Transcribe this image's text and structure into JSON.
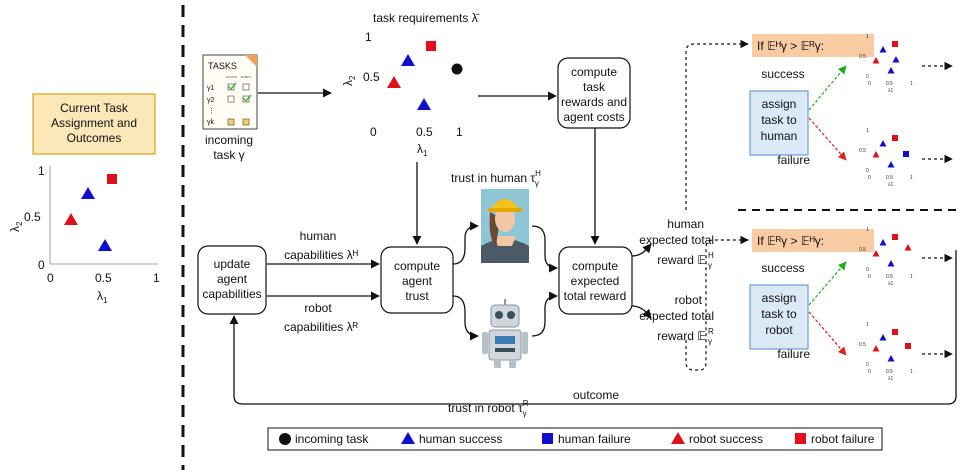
{
  "left": {
    "box_line1": "Current Task",
    "box_line2": "Assignment and",
    "box_line3": "Outcomes",
    "ylabel": "λ",
    "ylabel_sub": "2",
    "xlabel": "λ",
    "xlabel_sub": "1",
    "ticks_y": [
      "1",
      "0.5",
      "0"
    ],
    "ticks_x": [
      "0",
      "0.5",
      "1"
    ]
  },
  "tasks_card": {
    "title": "TASKS",
    "col1": "HUMAN",
    "col2": "ROBOT",
    "rows": [
      "γ1",
      "γ2",
      "⋮",
      "γk"
    ]
  },
  "incoming": {
    "line1": "incoming",
    "line2": "task γ"
  },
  "requirements": {
    "title": "task requirements λ̄",
    "ylabel": "λ",
    "ylabel_sub": "2",
    "xlabel": "λ",
    "xlabel_sub": "1",
    "ticks_y": [
      "1",
      "0.5"
    ],
    "ticks_x": [
      "0",
      "0.5",
      "1"
    ]
  },
  "compute_rewards": {
    "line1": "compute",
    "line2": "task",
    "line3": "rewards and",
    "line4": "agent costs"
  },
  "update": {
    "line1": "update",
    "line2": "agent",
    "line3": "capabilities"
  },
  "human_cap": {
    "line1": "human",
    "line2": "capabilities λᴴ"
  },
  "robot_cap": {
    "line1": "robot",
    "line2": "capabilities λᴿ"
  },
  "compute_trust": {
    "line1": "compute",
    "line2": "agent",
    "line3": "trust"
  },
  "trust_human": "trust in human τ",
  "trust_robot": "trust in robot τ",
  "trust_sup_h": "H",
  "trust_sup_r": "R",
  "trust_sub": "γ",
  "compute_expected": {
    "line1": "compute",
    "line2": "expected",
    "line3": "total reward"
  },
  "human_expected": {
    "line1": "human",
    "line2": "expected total",
    "line3": "reward 𝔼"
  },
  "robot_expected": {
    "line1": "robot",
    "line2": "expected total",
    "line3": "reward 𝔼"
  },
  "cond_human": "If 𝔼ᴴγ > 𝔼ᴿγ:",
  "cond_robot": "If 𝔼ᴿγ > 𝔼ᴴγ:",
  "assign_human": {
    "line1": "assign",
    "line2": "task to",
    "line3": "human"
  },
  "assign_robot": {
    "line1": "assign",
    "line2": "task to",
    "line3": "robot"
  },
  "success": "success",
  "failure": "failure",
  "outcome": "outcome",
  "mini_ticks_y": [
    "1",
    "0.5",
    "0"
  ],
  "mini_ticks_x": [
    "0",
    "0.5",
    "1"
  ],
  "mini_xlabel": "λ1",
  "legend": {
    "incoming_task": "incoming task",
    "human_success": "human success",
    "human_failure": "human failure",
    "robot_success": "robot success",
    "robot_failure": "robot failure"
  },
  "colors": {
    "human": "#1010cc",
    "robot": "#e0101a",
    "box_fill": "#fbe7b8",
    "box_stroke": "#d4a51a",
    "assign_fill": "#dbe8f6",
    "assign_stroke": "#6e9fd0",
    "cond_fill": "#f8cba2",
    "success_arrow": "#22aa22",
    "failure_arrow": "#dd2020"
  }
}
